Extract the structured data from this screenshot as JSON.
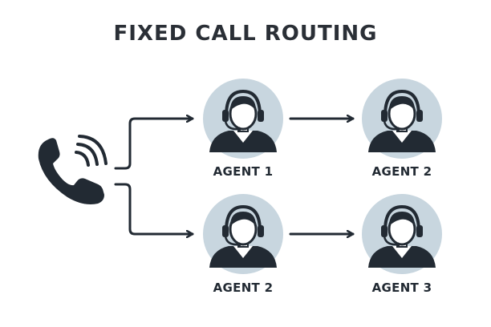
{
  "title": "FIXED CALL ROUTING",
  "colors": {
    "ink": "#222a33",
    "agent_circle": "#c8d6df",
    "background": "#ffffff"
  },
  "nodes": {
    "phone": {
      "icon": "phone-ringing-icon"
    },
    "agents": [
      {
        "label": "AGENT 1",
        "icon": "headset-agent-icon"
      },
      {
        "label": "AGENT 2",
        "icon": "headset-agent-icon"
      },
      {
        "label": "AGENT 2",
        "icon": "headset-agent-icon"
      },
      {
        "label": "AGENT 3",
        "icon": "headset-agent-icon"
      }
    ]
  },
  "edges": [
    {
      "from": "phone",
      "to": "agent-1"
    },
    {
      "from": "phone",
      "to": "agent-3"
    },
    {
      "from": "agent-1",
      "to": "agent-2"
    },
    {
      "from": "agent-3",
      "to": "agent-4"
    }
  ]
}
